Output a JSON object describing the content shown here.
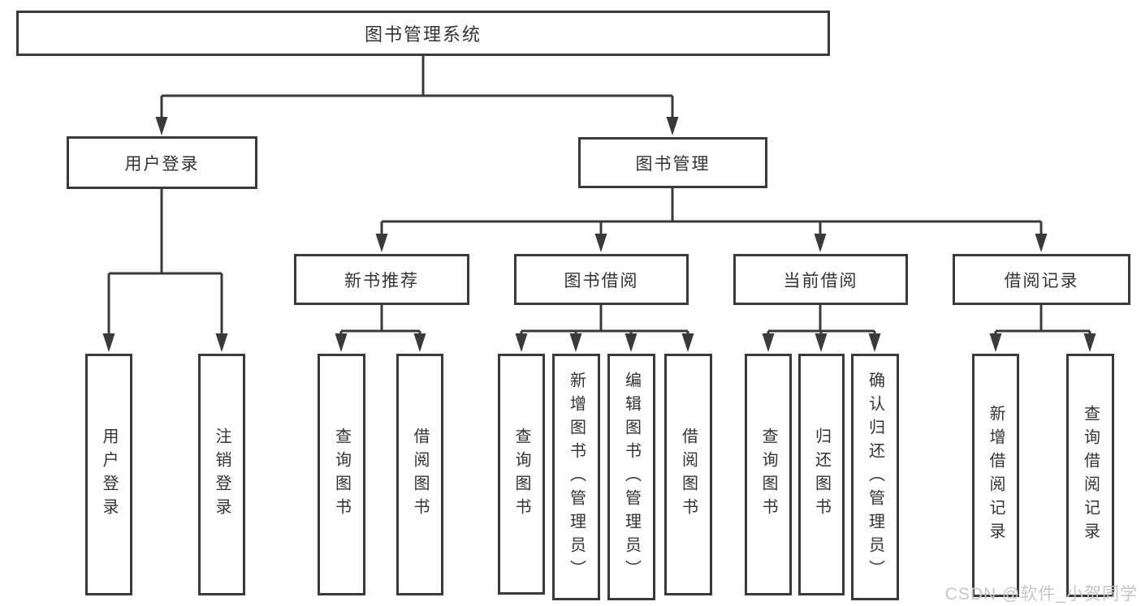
{
  "nodes": {
    "root": "图书管理系统",
    "user_login": "用户登录",
    "book_mgmt": "图书管理",
    "new_book_recommend": "新书推荐",
    "book_borrow": "图书借阅",
    "current_borrow": "当前借阅",
    "borrow_records": "借阅记录",
    "leaf_user_login": "用户登录",
    "leaf_logout": "注销登录",
    "leaf_query_book_1": "查询图书",
    "leaf_borrow_book_1": "借阅图书",
    "leaf_query_book_2": "查询图书",
    "leaf_add_book_admin": "新增图书（管理员）",
    "leaf_edit_book_admin": "编辑图书（管理员）",
    "leaf_borrow_book_2": "借阅图书",
    "leaf_query_book_3": "查询图书",
    "leaf_return_book": "归还图书",
    "leaf_confirm_return_admin": "确认归还（管理员）",
    "leaf_add_borrow_record": "新增借阅记录",
    "leaf_query_borrow_record": "查询借阅记录"
  },
  "watermark": "CSDN @软件_小贺同学",
  "colors": {
    "line": "#3a3a3a",
    "box_border": "#3a3a3a",
    "box_bg": "#ffffff",
    "text": "#333333",
    "watermark": "#c6c6c6",
    "background": "#ffffff"
  }
}
